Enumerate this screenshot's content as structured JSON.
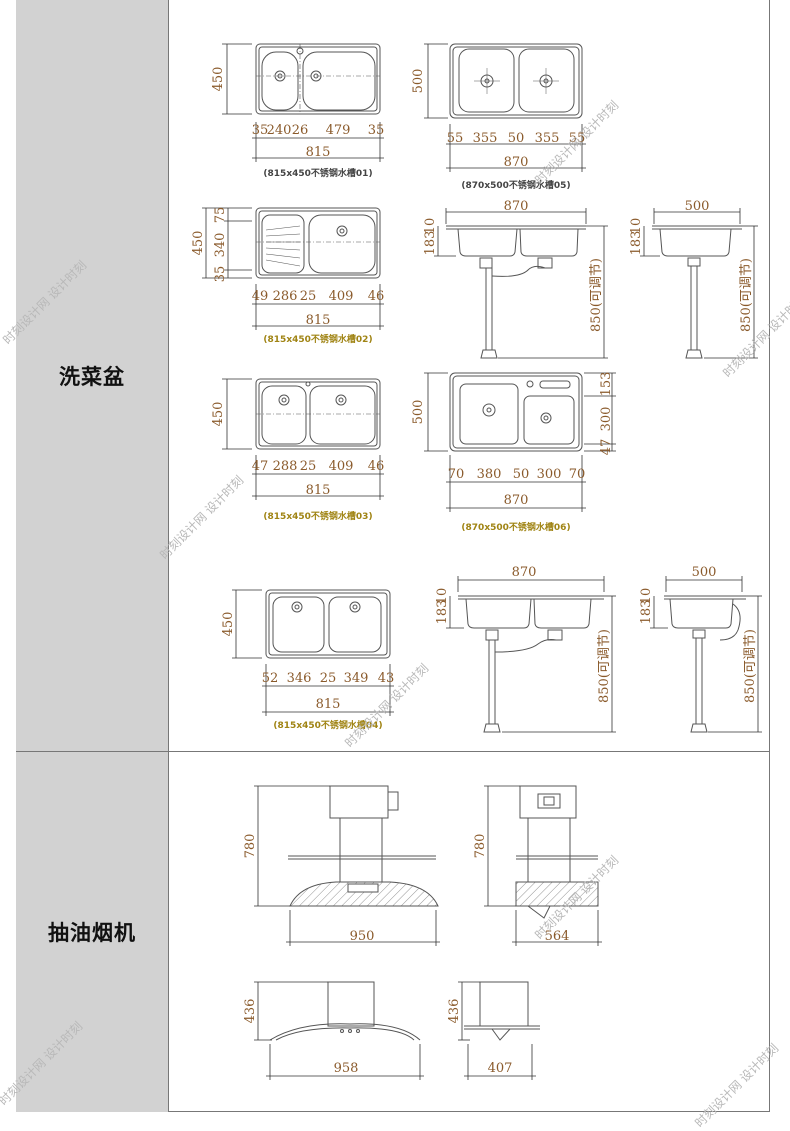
{
  "categories": {
    "sink": "洗菜盆",
    "range_hood": "抽油烟机"
  },
  "sinks": [
    {
      "caption": "(815x450不锈钢水槽01)",
      "height": "450",
      "total": "815",
      "parts": [
        "35",
        "240",
        "26",
        "479",
        "35"
      ]
    },
    {
      "caption": "(870x500不锈钢水槽05)",
      "height": "500",
      "total": "870",
      "parts": [
        "55",
        "355",
        "50",
        "355",
        "55"
      ]
    },
    {
      "caption": "(815x450不锈钢水槽02)",
      "height_parts": [
        "75",
        "340",
        "35"
      ],
      "height": "450",
      "total": "815",
      "parts": [
        "49",
        "286",
        "25",
        "409",
        "46"
      ]
    },
    {
      "caption": "(815x450不锈钢水槽03)",
      "height": "450",
      "total": "815",
      "parts": [
        "47",
        "288",
        "25",
        "409",
        "46"
      ]
    },
    {
      "caption": "(870x500不锈钢水槽06)",
      "height": "500",
      "total": "870",
      "parts": [
        "70",
        "380",
        "50",
        "300",
        "70"
      ],
      "right_parts": [
        "153",
        "300",
        "47"
      ]
    },
    {
      "caption": "(815x450不锈钢水槽04)",
      "height": "450",
      "total": "815",
      "parts": [
        "52",
        "346",
        "25",
        "349",
        "43"
      ]
    }
  ],
  "sink_sections": [
    {
      "width": "870",
      "depth": "183",
      "rim": "10",
      "height": "850(可调节)"
    },
    {
      "width": "500",
      "depth": "183",
      "rim": "10",
      "height": "850(可调节)"
    },
    {
      "width": "870",
      "depth": "183",
      "rim": "10",
      "height": "850(可调节)"
    },
    {
      "width": "500",
      "depth": "183",
      "rim": "10",
      "height": "850(可调节)"
    }
  ],
  "hoods": [
    {
      "height": "780",
      "width": "950"
    },
    {
      "height": "780",
      "width": "564"
    },
    {
      "height": "436",
      "width": "958"
    },
    {
      "height": "436",
      "width": "407"
    }
  ],
  "watermark": "时刻设计网 设计时刻"
}
